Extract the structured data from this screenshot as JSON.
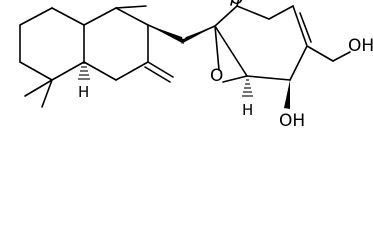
{
  "diagram": {
    "type": "skeletal-structure",
    "atom_labels": {
      "ketone_oxygen": "O",
      "epoxide_oxygen": "O",
      "hydroxymethyl_group": "OH",
      "ring_hydroxyl": "OH",
      "stereo_h_decalin": "H",
      "stereo_h_epoxide": "H"
    }
  }
}
